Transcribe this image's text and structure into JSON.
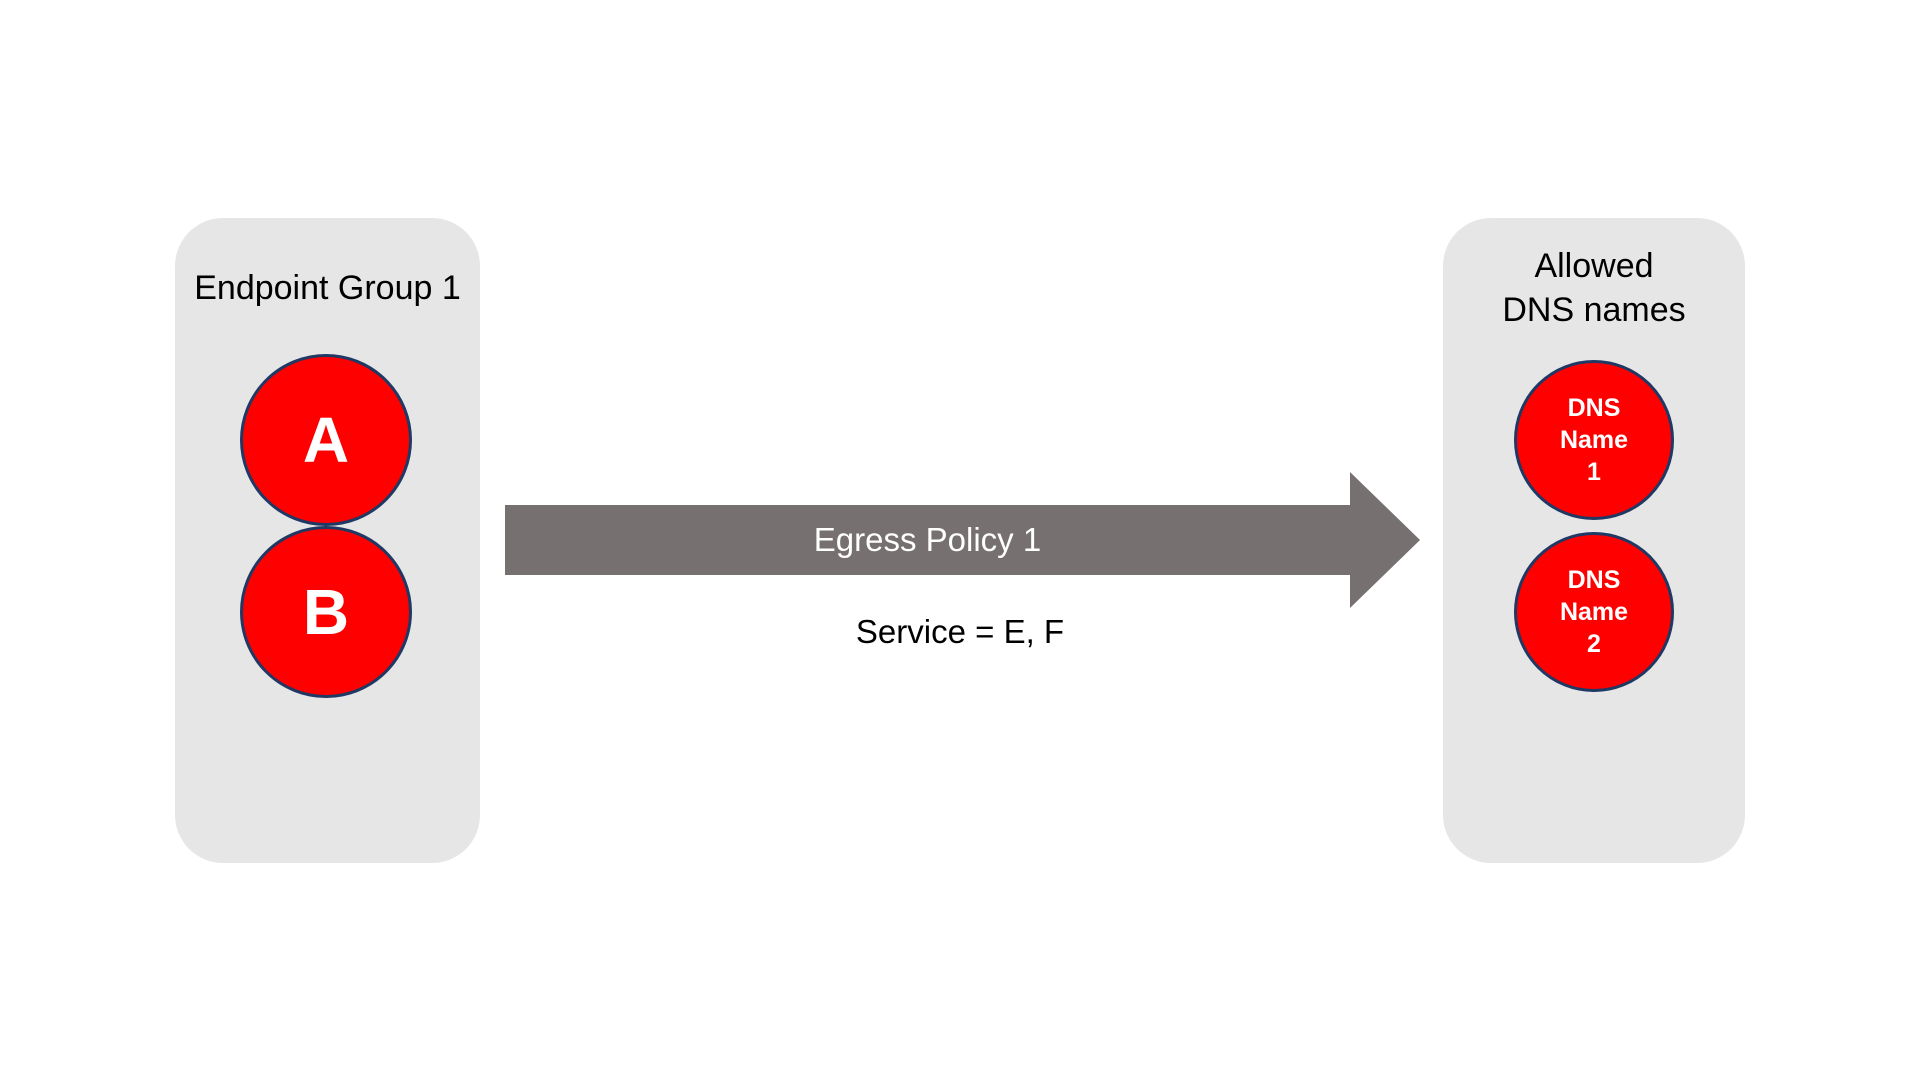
{
  "diagram": {
    "title": "Egress Policy 1 network policy diagram",
    "background_color": "#FFFFFF",
    "panel_color": "#E6E6E6",
    "node_color": "#FF0000",
    "node_border_color": "#1F3864",
    "arrow_color": "#767070",
    "text_color": "#000000",
    "arrow_text_color": "#FFFFFF"
  },
  "source_group": {
    "title": "Endpoint Group 1",
    "nodes": [
      {
        "label": "A",
        "name": "endpoint-a"
      },
      {
        "label": "B",
        "name": "endpoint-b"
      }
    ]
  },
  "destination_group": {
    "title": "Allowed\nDNS names",
    "nodes": [
      {
        "label": "DNS\nName\n1",
        "name": "dns-name-1"
      },
      {
        "label": "DNS\nName\n2",
        "name": "dns-name-2"
      }
    ]
  },
  "policy": {
    "arrow_label": "Egress Policy 1",
    "service_label": "Service = E, F",
    "direction": "left-to-right"
  }
}
